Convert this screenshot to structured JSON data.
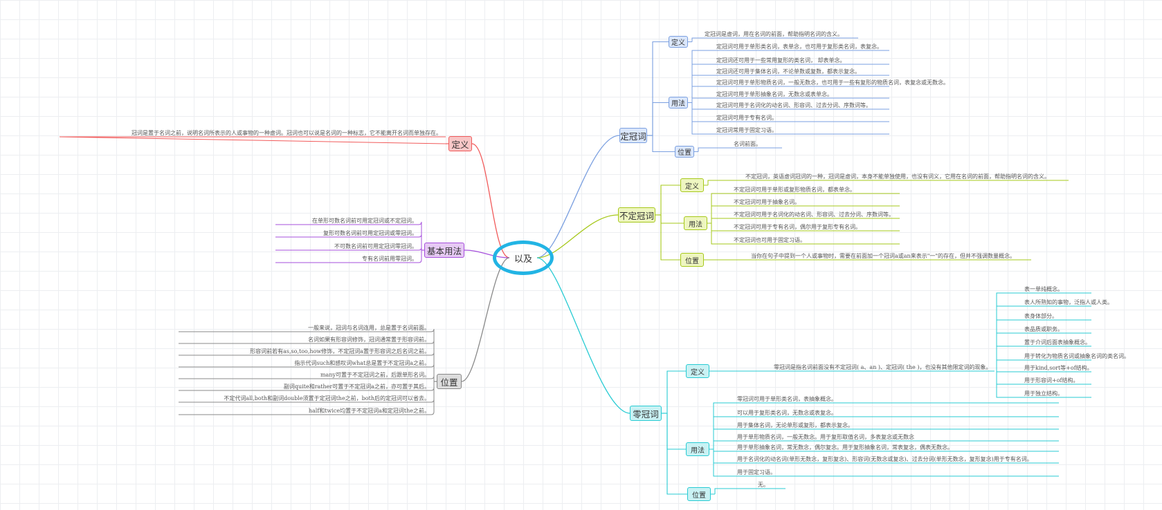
{
  "root": "以及",
  "branches": [
    {
      "id": "def",
      "side": "left",
      "color": "#f15a5a",
      "fill": "#f8c6c6",
      "label": "定义",
      "children": [
        {
          "text": "冠词是置于名词之前，说明名词所表示的人或事物的一种虚词。冠词也可以说是名词的一种标志，它不能离开名词而单独存在。"
        }
      ]
    },
    {
      "id": "basic",
      "side": "left",
      "color": "#a64fdc",
      "fill": "#e6c9f4",
      "label": "基本用法",
      "children": [
        {
          "text": "在单形可数名词前可用定冠词或不定冠词。"
        },
        {
          "text": "复形可数名词前可用定冠词或零冠词。"
        },
        {
          "text": "不可数名词前可用定冠词零冠词。"
        },
        {
          "text": "专有名词前用零冠词。"
        }
      ]
    },
    {
      "id": "pos",
      "side": "left",
      "color": "#888888",
      "fill": "#dddddd",
      "label": "位置",
      "children": [
        {
          "text": "一般来说，冠词与名词连用，总是置于名词前面。"
        },
        {
          "text": "名词如果有形容词修饰，冠词通常置于形容词前。"
        },
        {
          "text": "形容词前若有as,so,too,how修饰，不定冠词a置于形容词之后名词之前。"
        },
        {
          "text": "指示代词such和感叹词what总是置于不定冠词a之前。"
        },
        {
          "text": "many可置于不定冠词之前，后跟单形名词。"
        },
        {
          "text": "副词quite和rather可置于不定冠词a之前，亦可置于其后。"
        },
        {
          "text": "不定代词all,both和副词double须置于定冠词the之前，both后的定冠词可以省去。"
        },
        {
          "text": "half和twice均置于不定冠词a和定冠词the之前。"
        }
      ]
    },
    {
      "id": "definite",
      "side": "right",
      "color": "#7a9fe0",
      "fill": "#dbe7fb",
      "label": "定冠词",
      "subs": [
        {
          "label": "定义",
          "children": [
            {
              "text": "定冠词是虚词，用在名词的前面，帮助指明名词的含义。"
            }
          ]
        },
        {
          "label": "用法",
          "children": [
            {
              "text": "定冠词可用于单形类名词，表单念，也可用于复形类名词，表复念。"
            },
            {
              "text": "定冠词还可用于一些常用复形的类名词， 却表单念。"
            },
            {
              "text": "定冠词还可用于集体名词，不论单数或复数，都表示复念。"
            },
            {
              "text": "定冠词可用于单形物质名词，一般无数念，也可用于一些有复形的物质名词，表复念或无数念。"
            },
            {
              "text": "定冠词可用于单形抽象名词，无数念或表单念。"
            },
            {
              "text": "定冠词可用于名词化的动名词、形容词、过去分词、序数词等。"
            },
            {
              "text": "定冠词可用于专有名词。"
            },
            {
              "text": "定冠词常用于固定习语。"
            }
          ]
        },
        {
          "label": "位置",
          "children": [
            {
              "text": "名词前面。"
            }
          ]
        }
      ]
    },
    {
      "id": "indefinite",
      "side": "right",
      "color": "#a6c81a",
      "fill": "#eef6c0",
      "label": "不定冠词",
      "subs": [
        {
          "label": "定义",
          "children": [
            {
              "text": "不定冠词，英语虚词冠词的一种，冠词是虚词，本身不能单独使用，也没有词义，它用在名词的前面，帮助指明名词的含义。"
            }
          ]
        },
        {
          "label": "用法",
          "children": [
            {
              "text": "不定冠词可用于单形或复形物质名词，都表单念。"
            },
            {
              "text": "不定冠词可用于抽象名词。"
            },
            {
              "text": "不定冠词可用于名词化的动名词、形容词、过去分词、序数词等。"
            },
            {
              "text": "不定冠词可用于专有名词，偶尔用于复形专有名词。"
            },
            {
              "text": "不定冠词也可用于固定习语。"
            }
          ]
        },
        {
          "label": "位置",
          "children": [
            {
              "text": "当你在句子中提到一个人或事物时，需要在前面加一个冠词a或an来表示\"一\"的存在，但并不强调数量概念。"
            }
          ]
        }
      ]
    },
    {
      "id": "zero",
      "side": "right",
      "color": "#27cbd3",
      "fill": "#c9f2f4",
      "label": "零冠词",
      "subs": [
        {
          "label": "定义",
          "text": "零冠词是指名词前面没有不定冠词( a、an )、定冠词( the )，也没有其他限定词的现象。",
          "children": [
            {
              "text": "表一单纯概念。"
            },
            {
              "text": "表人所熟知的事物，泛指人或人类。"
            },
            {
              "text": "表身体部分。"
            },
            {
              "text": "表品质或职务。"
            },
            {
              "text": "置于介词后面表抽象概念。"
            },
            {
              "text": "用于转化为物质名词或抽象名词的类名词。"
            },
            {
              "text": "用于kind,sort等+of结构。"
            },
            {
              "text": "用于形容词+of结构。"
            },
            {
              "text": "用于独立结构。"
            }
          ]
        },
        {
          "label": "用法",
          "children": [
            {
              "text": "零冠词可用于单形类名词，表抽象概念。"
            },
            {
              "text": "可以用于复形类名词，无数念或表复念。"
            },
            {
              "text": "用于集体名词，无论单形或复形，都表示复念。"
            },
            {
              "text": "用于单形物质名词，一般无数念。用于复形取值名词，多表复念或无数念"
            },
            {
              "text": "用于单形抽象名词，常无数念，偶尔复念。用于复形抽象名词，常表复念，偶表无数念。"
            },
            {
              "text": "用于名词化的动名词(单形无数念，复形复念)、形容词(无数念或复念)、过去分词(单形无数念，复形复念)用于专有名词。"
            },
            {
              "text": "用于固定习语。"
            }
          ]
        },
        {
          "label": "位置",
          "children": [
            {
              "text": "无。"
            }
          ]
        }
      ]
    }
  ]
}
